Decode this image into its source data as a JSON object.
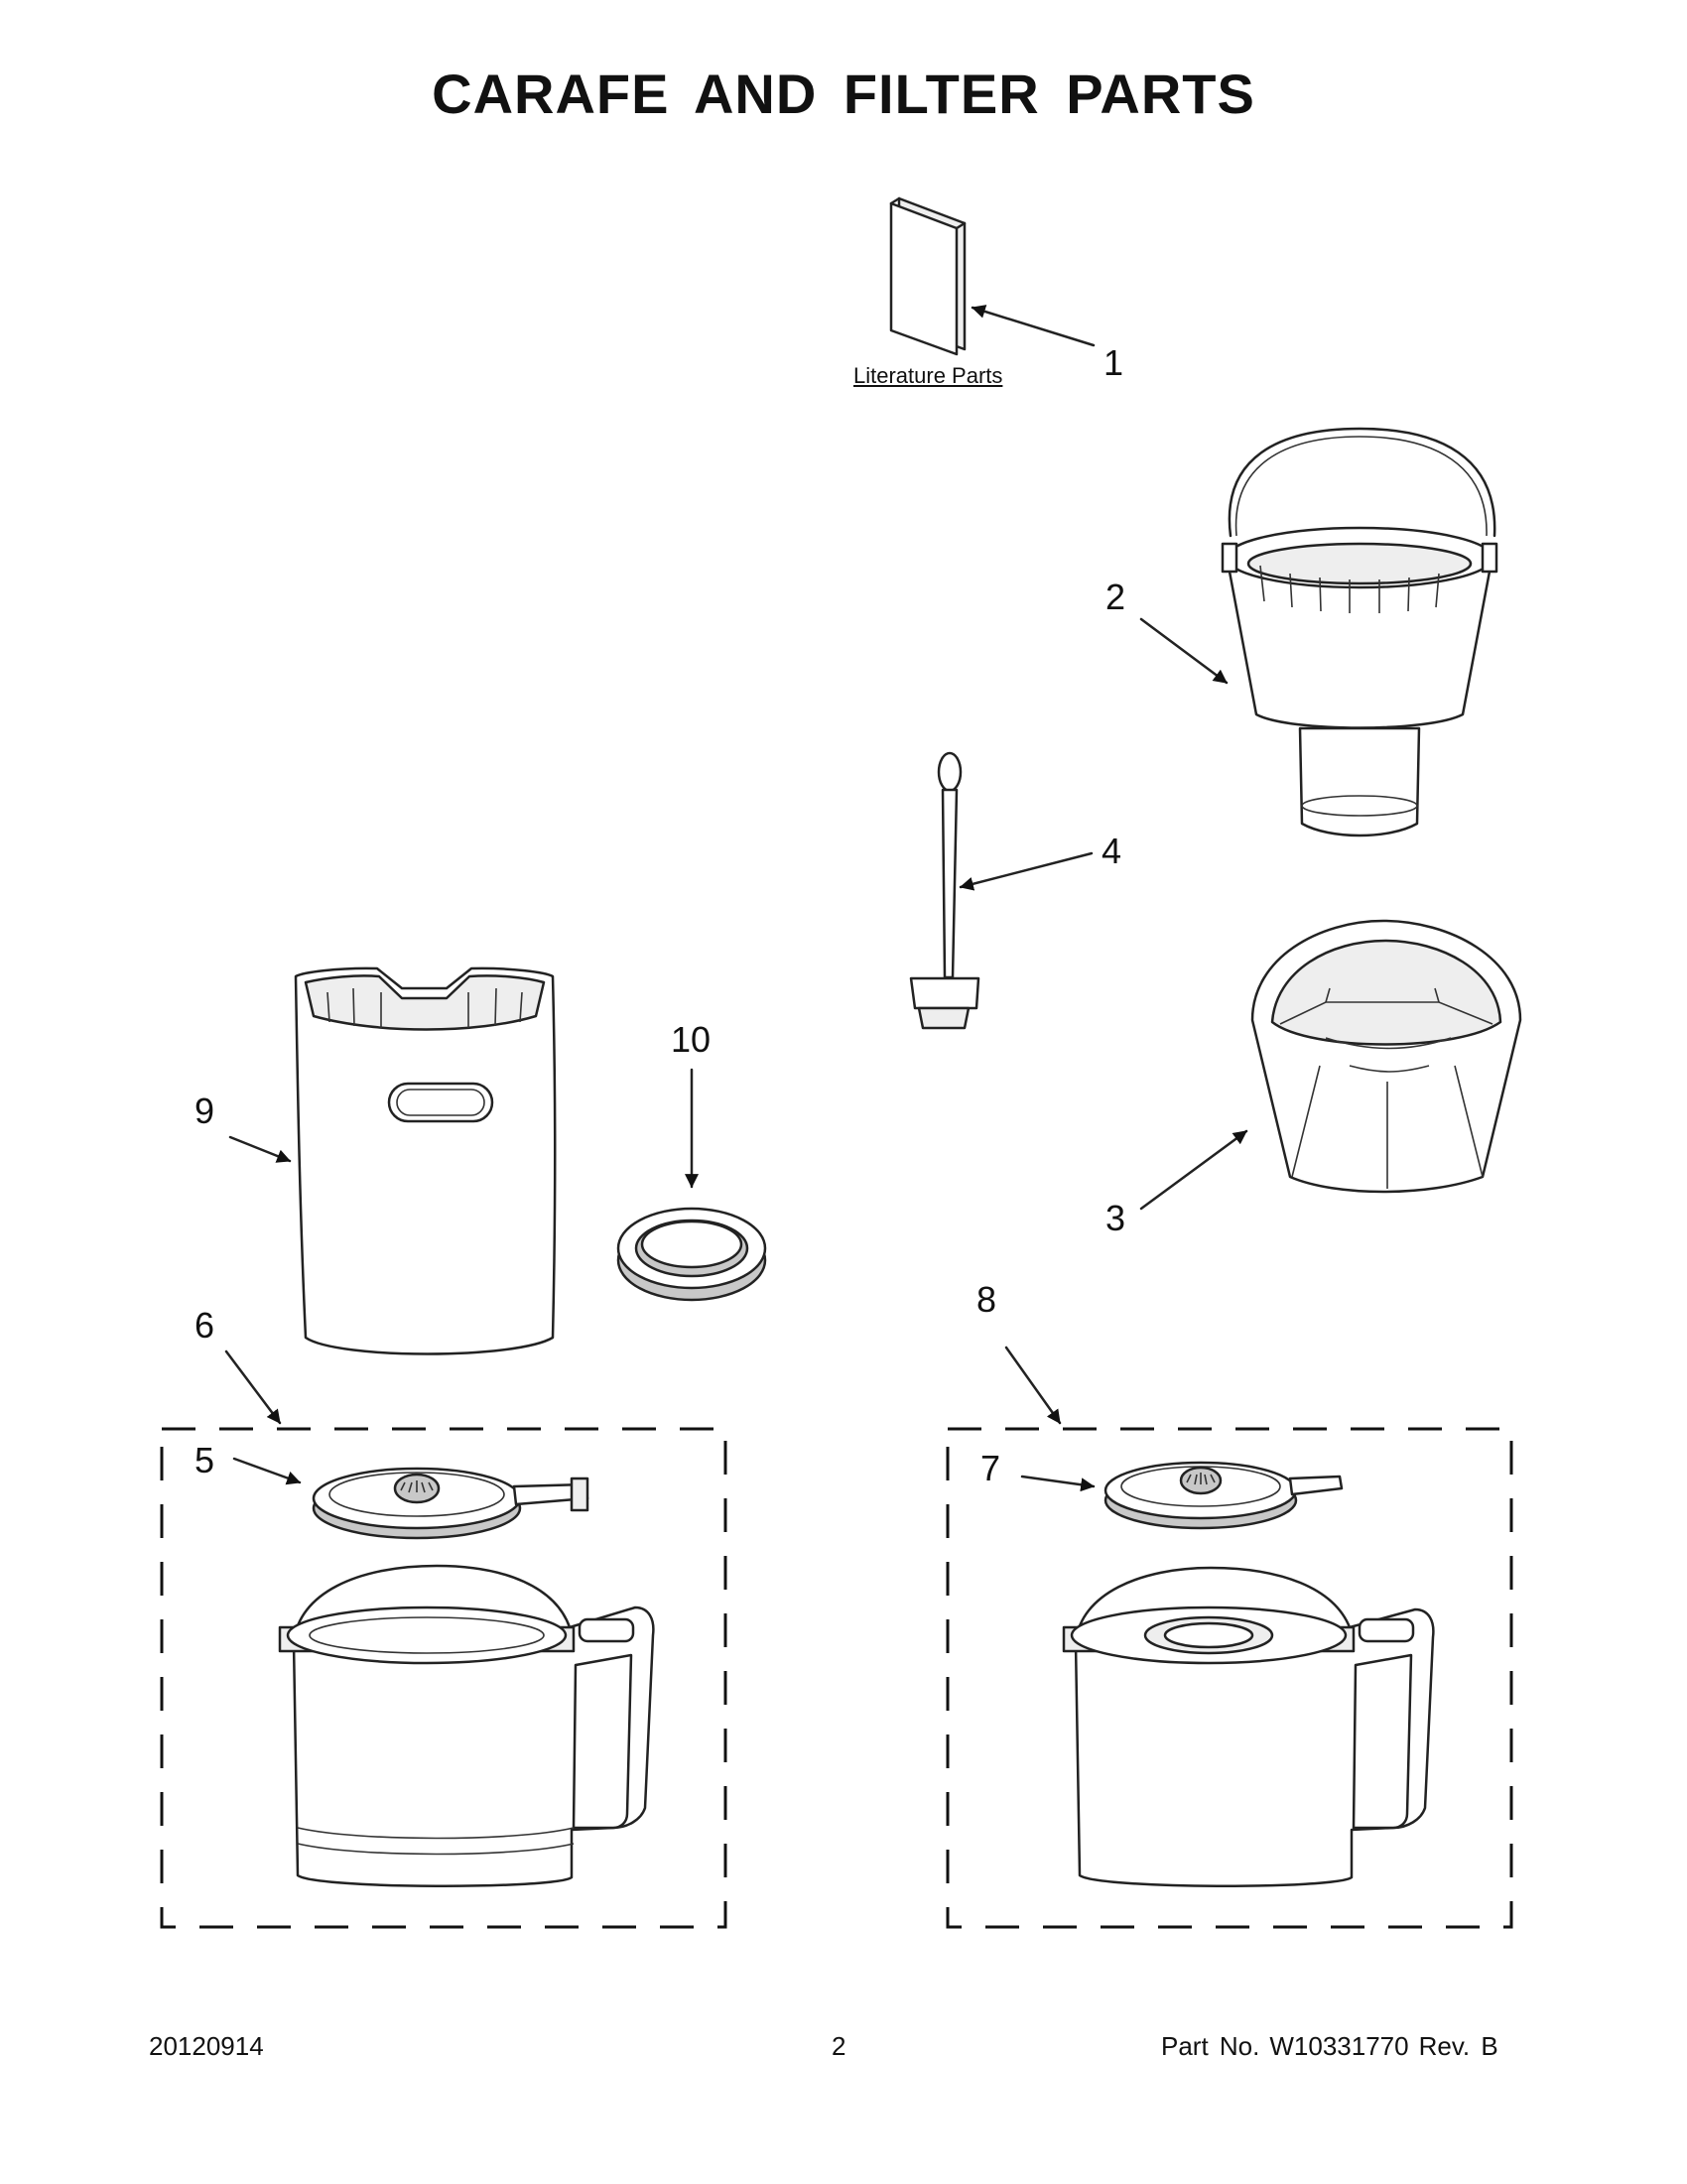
{
  "page": {
    "title": "CARAFE AND FILTER PARTS",
    "literature_label": "Literature Parts"
  },
  "callouts": [
    "1",
    "2",
    "3",
    "4",
    "5",
    "6",
    "7",
    "8",
    "9",
    "10"
  ],
  "footer": {
    "date": "20120914",
    "page_number": "2",
    "part_label": "Part No.",
    "part_number": "W10331770",
    "revision": "Rev. B"
  }
}
